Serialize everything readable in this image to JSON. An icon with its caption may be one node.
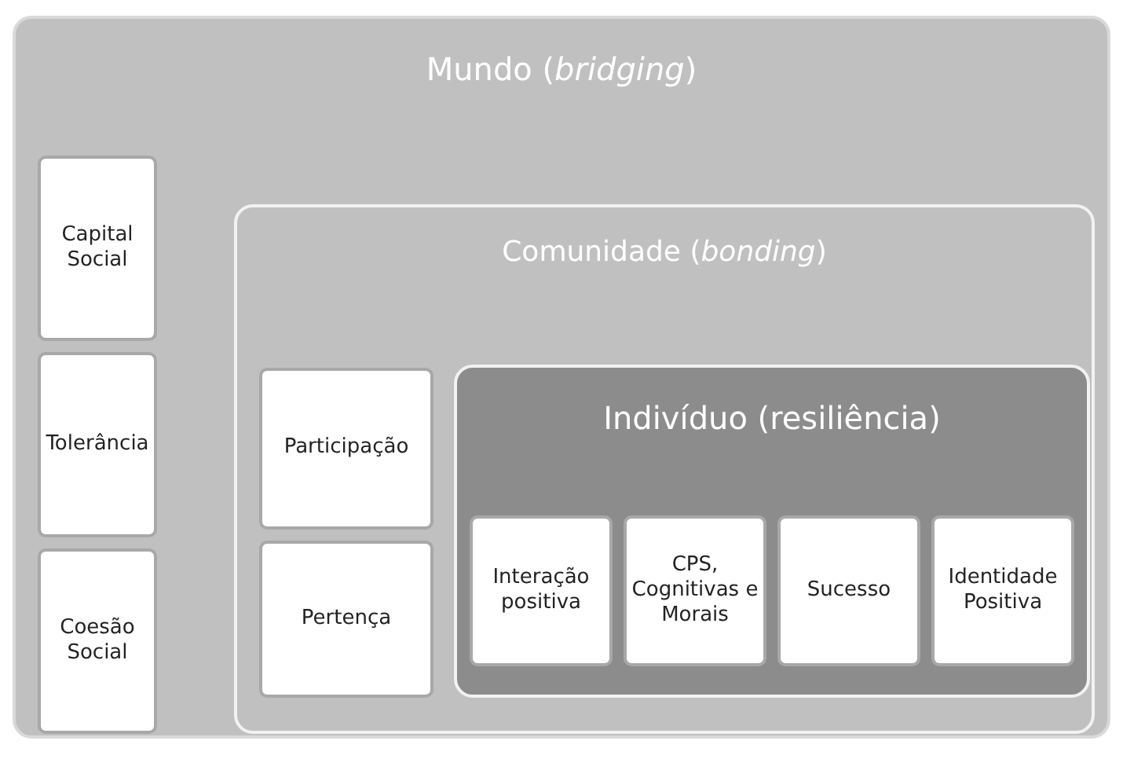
{
  "diagram": {
    "nodes": [
      {
        "text": [
          "Mundo (*bridging*)"
        ]
      },
      {
        "text": [
          "Capital Social"
        ],
        "in": 0
      },
      {
        "text": [
          "Tolerância"
        ],
        "in": 0
      },
      {
        "text": [
          "Coesão Social"
        ],
        "in": 0
      },
      {
        "text": [
          "Comunidade (*bonding*)"
        ],
        "in": 0
      },
      {
        "text": [
          "Participação"
        ],
        "in": 4
      },
      {
        "text": [
          "Pertença"
        ],
        "in": 4
      },
      {
        "text": [
          "Indivíduo (resiliência)"
        ],
        "in": 4
      },
      {
        "text": [
          "Interação positiva"
        ],
        "in": 7
      },
      {
        "text": [
          "CPS, Cognitivas e Morais"
        ],
        "in": 7
      },
      {
        "text": [
          "Sucesso"
        ],
        "in": 7
      },
      {
        "text": [
          "Identidade Positiva"
        ],
        "in": 7
      }
    ]
  }
}
